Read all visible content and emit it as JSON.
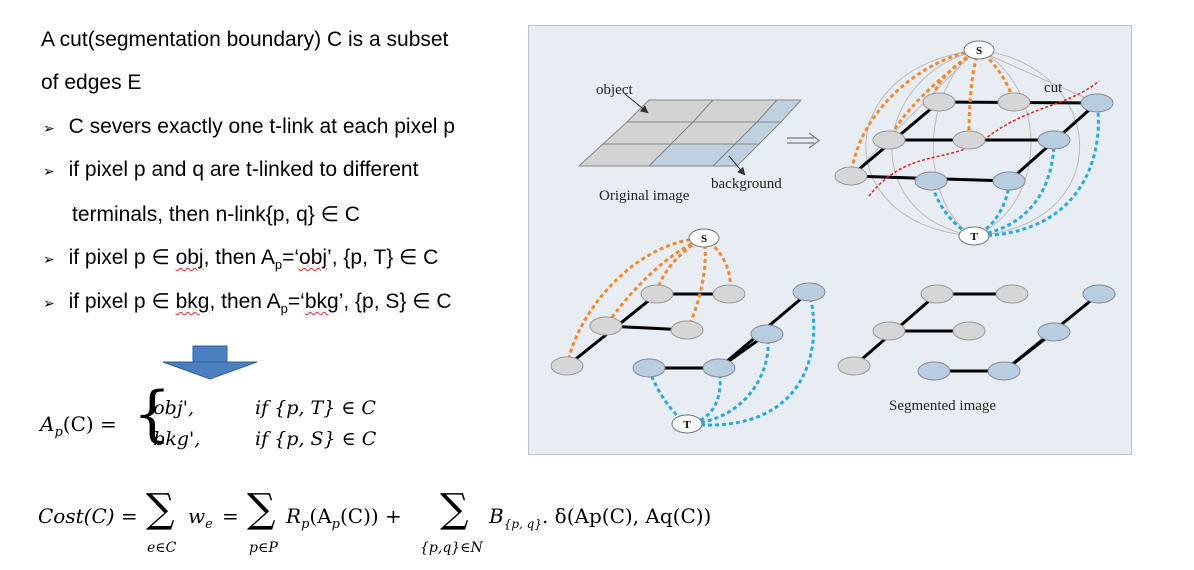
{
  "text": {
    "line1": "A cut(segmentation boundary) C is a subset",
    "line2": "of edges E",
    "bullet1": "C severs exactly one t-link at each pixel p",
    "bullet2a": "if pixel p and q are t-linked to different",
    "bullet2b": "terminals, then n-link{p, q} ∈ C",
    "bullet3": {
      "pre": "if pixel p ∈ ",
      "obj": "obj",
      "mid": ", then A",
      "sub": "p",
      "eq": "=‘",
      "val": "obj",
      "post": "’, {p, T} ∈ C"
    },
    "bullet4": {
      "pre": "if pixel p ∈ ",
      "bkg": "bkg",
      "mid": ", then A",
      "sub": "p",
      "eq": "=‘",
      "val": "bkg",
      "post": "’, {p, S} ∈ C"
    },
    "bullet_glyph": "➢"
  },
  "formula1": {
    "lhs": "A",
    "lhs_sub": "p",
    "lhs_arg": "(C) =",
    "case1_val": "'obj',",
    "case1_cond": "if {p, T} ∈ C",
    "case2_val": "'bkg',",
    "case2_cond": "if {p, S} ∈ C"
  },
  "formula2": {
    "cost": "Cost(C) =",
    "sum": "∑",
    "we": "w",
    "we_sub": "e",
    "eq": "=",
    "sum1_sub": "e∈C",
    "sum2_sub": "p∈P",
    "sum3_sub": "{p,q}∈N",
    "rp": "R",
    "rp_sub": "p",
    "rp_arg": "(A",
    "rp_arg_sub": "p",
    "rp_close": "(C)) +",
    "b": "B",
    "b_sub": "{p, q}",
    "delta": ". δ(Ap(C), Aq(C))"
  },
  "diagram": {
    "object_label": "object",
    "background_label": "background",
    "original_label": "Original image",
    "cut_label": "cut",
    "segmented_label": "Segmented image",
    "S": "S",
    "T": "T",
    "colors": {
      "panel": "#e8edf3",
      "grid_gray": "#d3d3d3",
      "grid_blue": "#bfd0e0",
      "node_gray": "#d6d6d6",
      "node_blue": "#b8cde0",
      "orange": "#f08a30",
      "blue": "#2aa8e0",
      "cut": "#e02020"
    }
  }
}
